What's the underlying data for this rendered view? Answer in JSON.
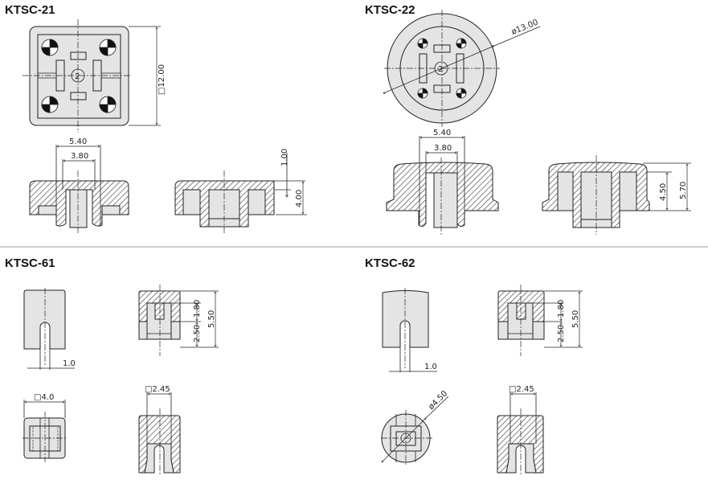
{
  "parts": [
    {
      "title": "KTSC-21",
      "dims": {
        "square": "□12.00",
        "outer": "5.40",
        "inner": "3.80",
        "top": "1.00",
        "height": "4.00"
      }
    },
    {
      "title": "KTSC-22",
      "dims": {
        "diameter": "ø13.00",
        "outer": "5.40",
        "inner": "3.80",
        "inner_height": "4.50",
        "height": "5.70"
      }
    },
    {
      "title": "KTSC-61",
      "dims": {
        "slot": "1.0",
        "upper": "1.80",
        "lower": "2.50",
        "height": "5.50",
        "square": "□4.0",
        "bore": "□2.45"
      }
    },
    {
      "title": "KTSC-62",
      "dims": {
        "slot": "1.0",
        "upper": "1.80",
        "lower": "2.50",
        "height": "5.50",
        "diameter": "ø4.50",
        "bore": "□2.45"
      }
    }
  ],
  "center_mark": "2"
}
